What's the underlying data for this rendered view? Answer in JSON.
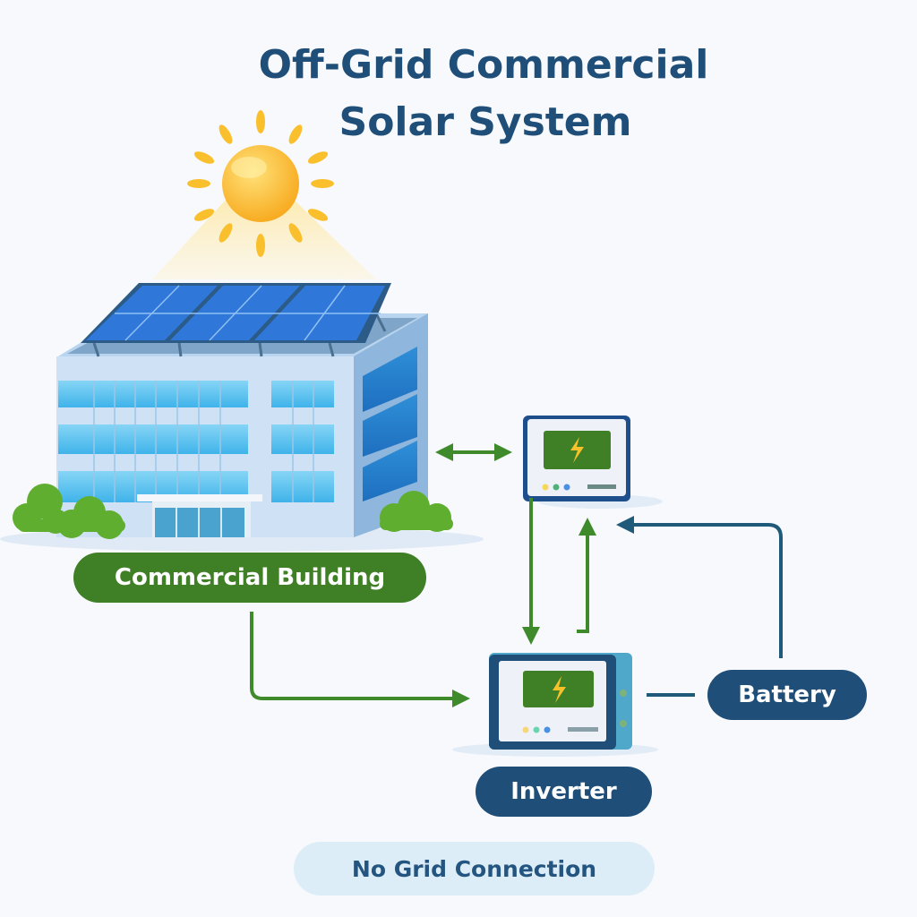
{
  "title": {
    "line1": "Off-Grid Commercial",
    "line2": "Solar System"
  },
  "labels": {
    "building": "Commercial Building",
    "inverter": "Inverter",
    "battery": "Battery",
    "no_grid": "No Grid Connection"
  },
  "icons": [
    "sun-icon",
    "solar-panel-icon",
    "building-icon",
    "charge-controller-icon",
    "inverter-icon",
    "lightning-bolt-icon",
    "bush-icon"
  ],
  "colors": {
    "title": "#1f4e79",
    "green": "#3f7f26",
    "navy": "#1f4e79",
    "sun": "#f7b924",
    "panel": "#2e6fd6",
    "light_badge": "#dcedf7"
  },
  "connections": [
    {
      "from": "building",
      "to": "charge-controller",
      "type": "bidirectional",
      "color": "green"
    },
    {
      "from": "charge-controller",
      "to": "inverter",
      "type": "arrow",
      "color": "green"
    },
    {
      "from": "inverter",
      "to": "charge-controller",
      "type": "arrow",
      "color": "green"
    },
    {
      "from": "building",
      "to": "inverter",
      "type": "arrow",
      "color": "green"
    },
    {
      "from": "battery",
      "to": "charge-controller",
      "type": "arrow",
      "color": "navy"
    },
    {
      "from": "inverter",
      "to": "battery",
      "type": "line",
      "color": "navy"
    }
  ]
}
